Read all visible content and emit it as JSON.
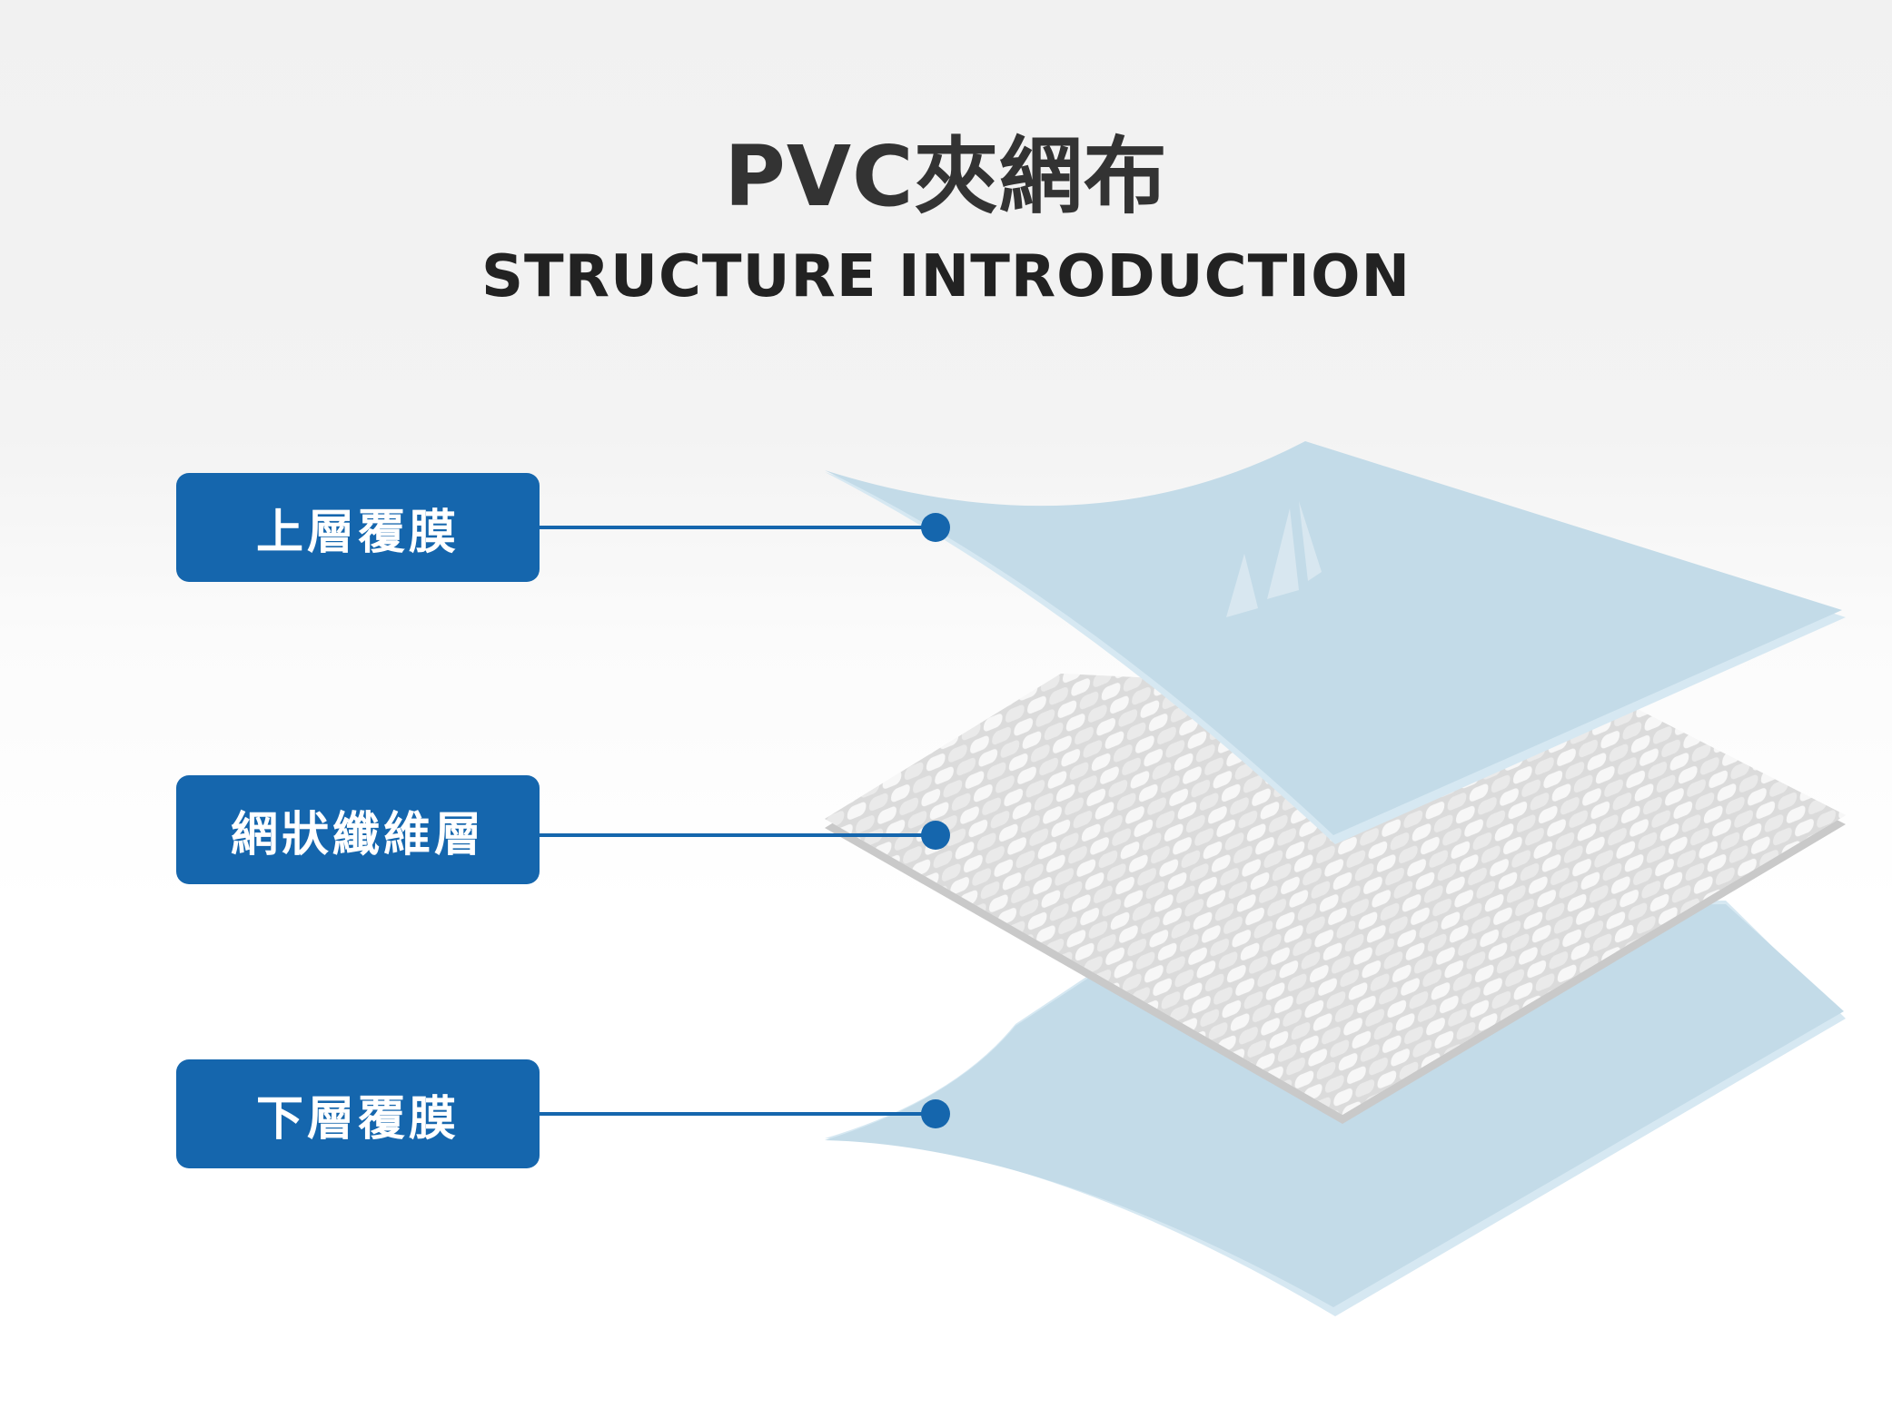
{
  "header": {
    "title": "PVC夾網布",
    "subtitle": "STRUCTURE INTRODUCTION"
  },
  "layers": [
    {
      "label": "上層覆膜"
    },
    {
      "label": "網狀纖維層"
    },
    {
      "label": "下層覆膜"
    }
  ],
  "colors": {
    "label_bg": "#1566ad",
    "connector": "#1566ad",
    "film": "#c3dbe8",
    "film_edge": "#d6e8f2",
    "mesh": "#e9e9e9",
    "title": "#333333"
  }
}
